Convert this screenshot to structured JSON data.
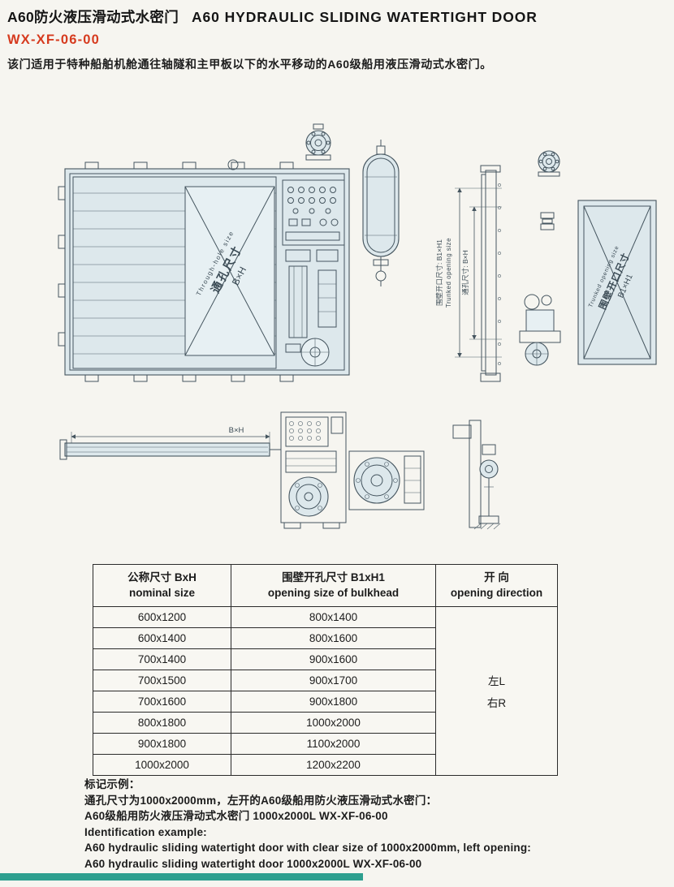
{
  "colors": {
    "model_red": "#d63a1e",
    "accent_bar_teal": "#2e9f8f",
    "drawing_line": "#45555f"
  },
  "header": {
    "title_cn": "A60防火液压滑动式水密门",
    "title_en": "A60 HYDRAULIC SLIDING WATERTIGHT DOOR",
    "model": "WX-XF-06-00",
    "description": "该门适用于特种船舶机舱通往轴隧和主甲板以下的水平移动的A60级船用液压滑动式水密门。"
  },
  "drawings": {
    "front_view": {
      "diag_en": "Through-hole size",
      "diag_cn": "通孔尺寸",
      "diag_size": "B×H"
    },
    "side_view": {
      "outer_dim_cn": "围壁开口尺寸: B1×H1",
      "outer_dim_en": "Trunked opening size",
      "inner_dim_cn": "通孔尺寸: B×H"
    },
    "trunk_view": {
      "diag_en": "Trunked opening size",
      "diag_cn": "围壁开口尺寸",
      "diag_size": "B1×H1"
    },
    "plan_view": {
      "dim_label": "B×H"
    }
  },
  "table": {
    "col1_header_cn": "公称尺寸 BxH",
    "col1_header_en": "nominal size",
    "col2_header_cn": "围壁开孔尺寸 B1xH1",
    "col2_header_en": "opening size of bulkhead",
    "col3_header_cn": "开 向",
    "col3_header_en": "opening direction",
    "rows": [
      {
        "nominal": "600x1200",
        "opening": "800x1400"
      },
      {
        "nominal": "600x1400",
        "opening": "800x1600"
      },
      {
        "nominal": "700x1400",
        "opening": "900x1600"
      },
      {
        "nominal": "700x1500",
        "opening": "900x1700"
      },
      {
        "nominal": "700x1600",
        "opening": "900x1800"
      },
      {
        "nominal": "800x1800",
        "opening": "1000x2000"
      },
      {
        "nominal": "900x1800",
        "opening": "1100x2000"
      },
      {
        "nominal": "1000x2000",
        "opening": "1200x2200"
      }
    ],
    "direction_left": "左L",
    "direction_right": "右R"
  },
  "notes": {
    "label_cn": "标记示例：",
    "line1_cn": "通孔尺寸为1000x2000mm，左开的A60级船用防火液压滑动式水密门：",
    "line2_cn": "A60级船用防火液压滑动式水密门 1000x2000L WX-XF-06-00",
    "label_en": "Identification example:",
    "line1_en": "A60 hydraulic sliding watertight door with clear size of 1000x2000mm, left opening:",
    "line2_en": "A60 hydraulic sliding watertight door 1000x2000L WX-XF-06-00"
  }
}
